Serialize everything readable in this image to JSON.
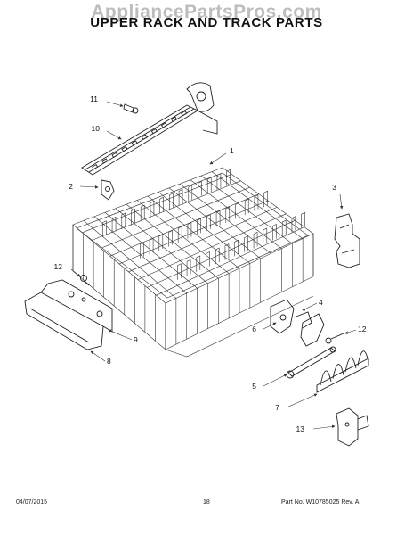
{
  "watermark": "AppliancePartsPros.com",
  "title": "UPPER RACK AND TRACK PARTS",
  "callouts": [
    "1",
    "2",
    "3",
    "4",
    "5",
    "6",
    "7",
    "8",
    "9",
    "10",
    "11",
    "12",
    "12",
    "13"
  ],
  "footer": {
    "date": "04/07/2015",
    "page": "18",
    "part_no": "Part No. W10785025 Rev. A"
  }
}
